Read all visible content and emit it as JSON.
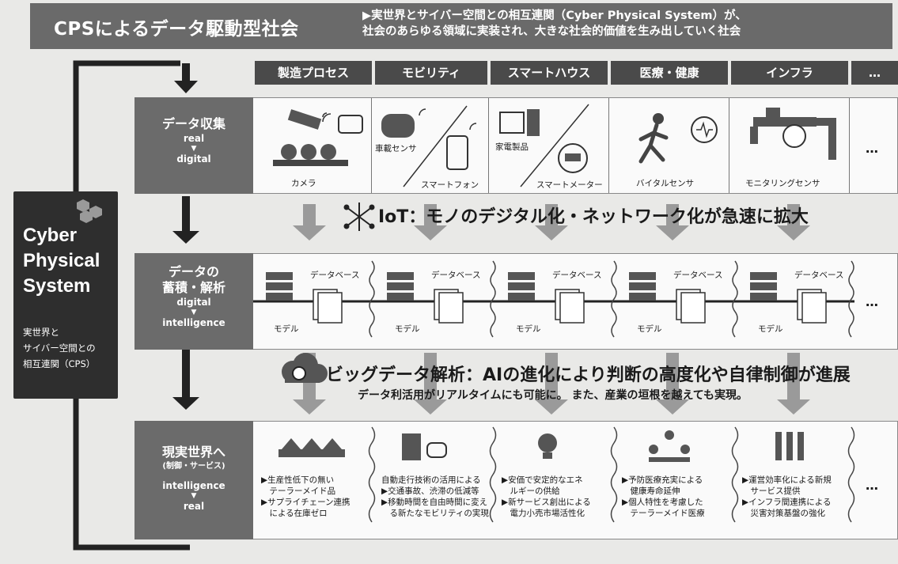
{
  "title": "CPSによるデータ駆動型社会",
  "description": {
    "line1": "▶実世界とサイバー空間との相互連関（Cyber Physical System）が、",
    "line2": "社会のあらゆる領域に実装され、大きな社会的価値を生み出していく社会"
  },
  "categories": [
    "製造プロセス",
    "モビリティ",
    "スマートハウス",
    "医療・健康",
    "インフラ",
    "…"
  ],
  "rows": {
    "collect": {
      "label": "データ収集",
      "sub1": "real",
      "tri": "▼",
      "sub2": "digital",
      "cells": [
        {
          "caption": "カメラ"
        },
        {
          "caption_a": "車載センサ",
          "caption_b": "スマートフォン"
        },
        {
          "caption_a": "家電製品",
          "caption_b": "スマートメーター"
        },
        {
          "caption": "バイタルセンサ"
        },
        {
          "caption": "モニタリングセンサ"
        }
      ],
      "more": "…"
    },
    "store": {
      "label1": "データの",
      "label2": "蓄積・解析",
      "sub1": "digital",
      "tri": "▼",
      "sub2": "intelligence",
      "db_label": "データベース",
      "model_label": "モデル",
      "more": "…"
    },
    "real": {
      "label": "現実世界へ",
      "label_sub": "(制御・サービス)",
      "sub1": "intelligence",
      "tri": "▼",
      "sub2": "real",
      "cells": [
        [
          "▶生産性低下の無い",
          "　テーラーメイド品",
          "▶サプライチェーン連携",
          "　による在庫ゼロ"
        ],
        [
          "自動走行技術の活用による",
          "▶交通事故、渋滞の低減等",
          "▶移動時間を自由時間に変え",
          "　る新たなモビリティの実現"
        ],
        [
          "▶安価で安定的なエネ",
          "　ルギーの供給",
          "▶新サービス創出による",
          "　電力小売市場活性化"
        ],
        [
          "▶予防医療充実による",
          "　健康寿命延伸",
          "▶個人特性を考慮した",
          "　テーラーメイド医療"
        ],
        [
          "▶運営効率化による新規",
          "　サービス提供",
          "▶インフラ間連携による",
          "　災害対策基盤の強化"
        ]
      ],
      "more": "…"
    }
  },
  "iot_text": "IoT：モノのデジタル化・ネットワーク化が急速に拡大",
  "ai_text": "ビッグデータ解析：AIの進化により判断の高度化や自律制御が進展",
  "ai_subtext": "データ利活用がリアルタイムにも可能に。 また、産業の垣根を越えても実現。",
  "cps_box": {
    "line1": "Cyber",
    "line2": "Physical",
    "line3": "System",
    "note1": "実世界と",
    "note2": "サイバー空間との",
    "note3": "相互連関（CPS）"
  }
}
